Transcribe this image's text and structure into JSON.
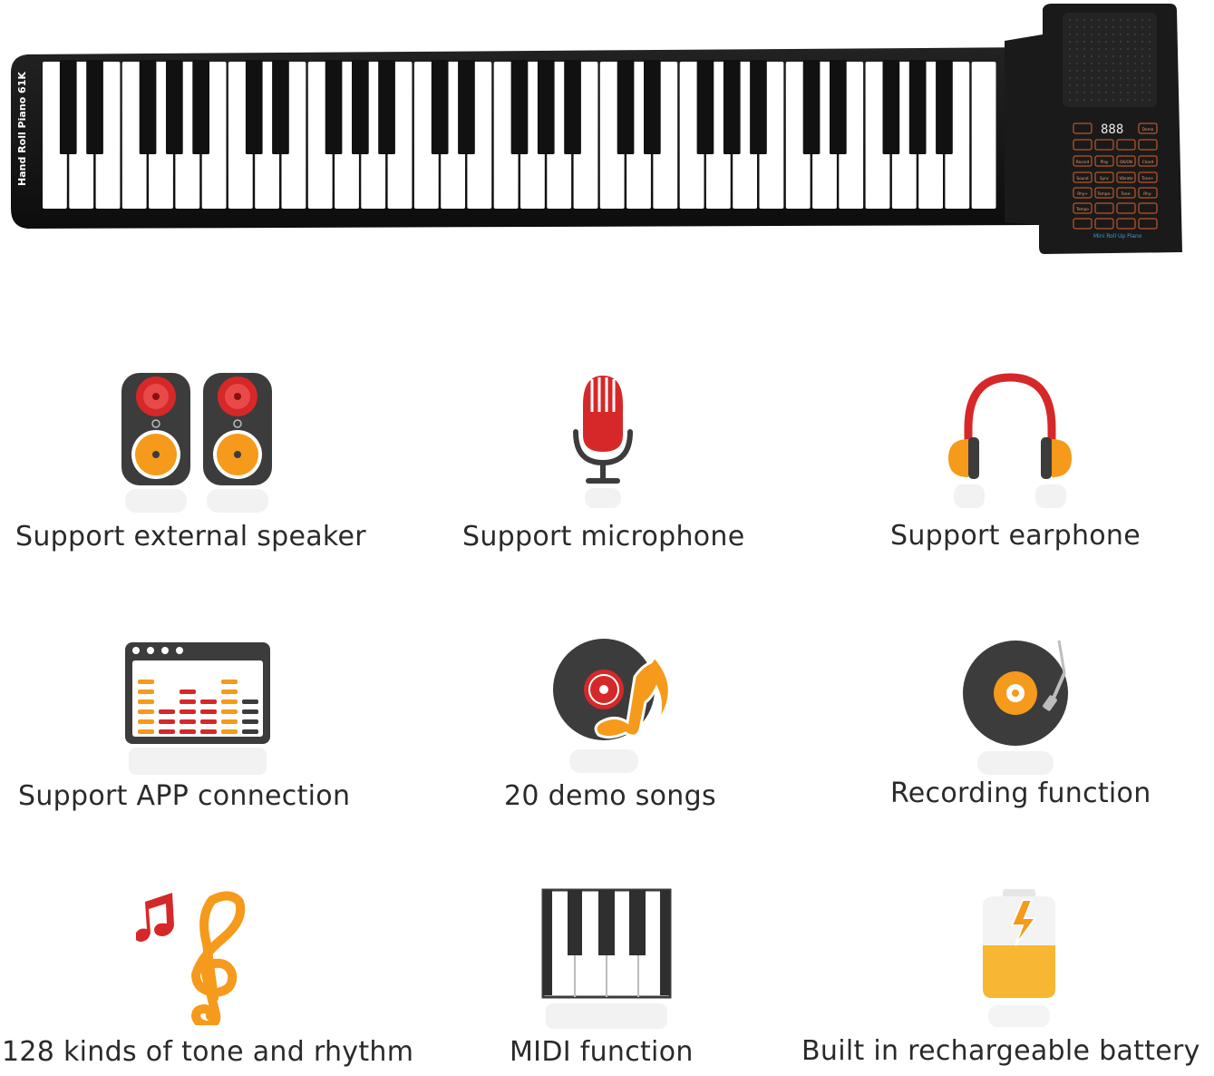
{
  "piano": {
    "brand_label": "Hand Roll Piano 61K",
    "panel_label": "Mini Roll Up Piano",
    "display": "888",
    "panel_buttons": [
      "Demo",
      "Record",
      "Play",
      "OK/ON",
      "Chord",
      "Sound",
      "Sync",
      "Vibrate",
      "Tone+",
      "Rhy+",
      "Tempo-",
      "Tone-",
      "Rhy-",
      "Tempo"
    ]
  },
  "features": [
    {
      "icon": "speaker-icon",
      "label": "Support external speaker"
    },
    {
      "icon": "microphone-icon",
      "label": "Support microphone"
    },
    {
      "icon": "headphones-icon",
      "label": "Support earphone"
    },
    {
      "icon": "equalizer-app-icon",
      "label": "Support APP connection"
    },
    {
      "icon": "vinyl-note-icon",
      "label": "20 demo songs"
    },
    {
      "icon": "turntable-icon",
      "label": "Recording function"
    },
    {
      "icon": "treble-clef-icon",
      "label": "128 kinds of tone and rhythm"
    },
    {
      "icon": "piano-keys-icon",
      "label": "MIDI function"
    },
    {
      "icon": "battery-icon",
      "label": "Built in rechargeable battery"
    }
  ],
  "colors": {
    "red": "#d62828",
    "orange": "#f59a1b",
    "dark": "#3a3a3a"
  }
}
